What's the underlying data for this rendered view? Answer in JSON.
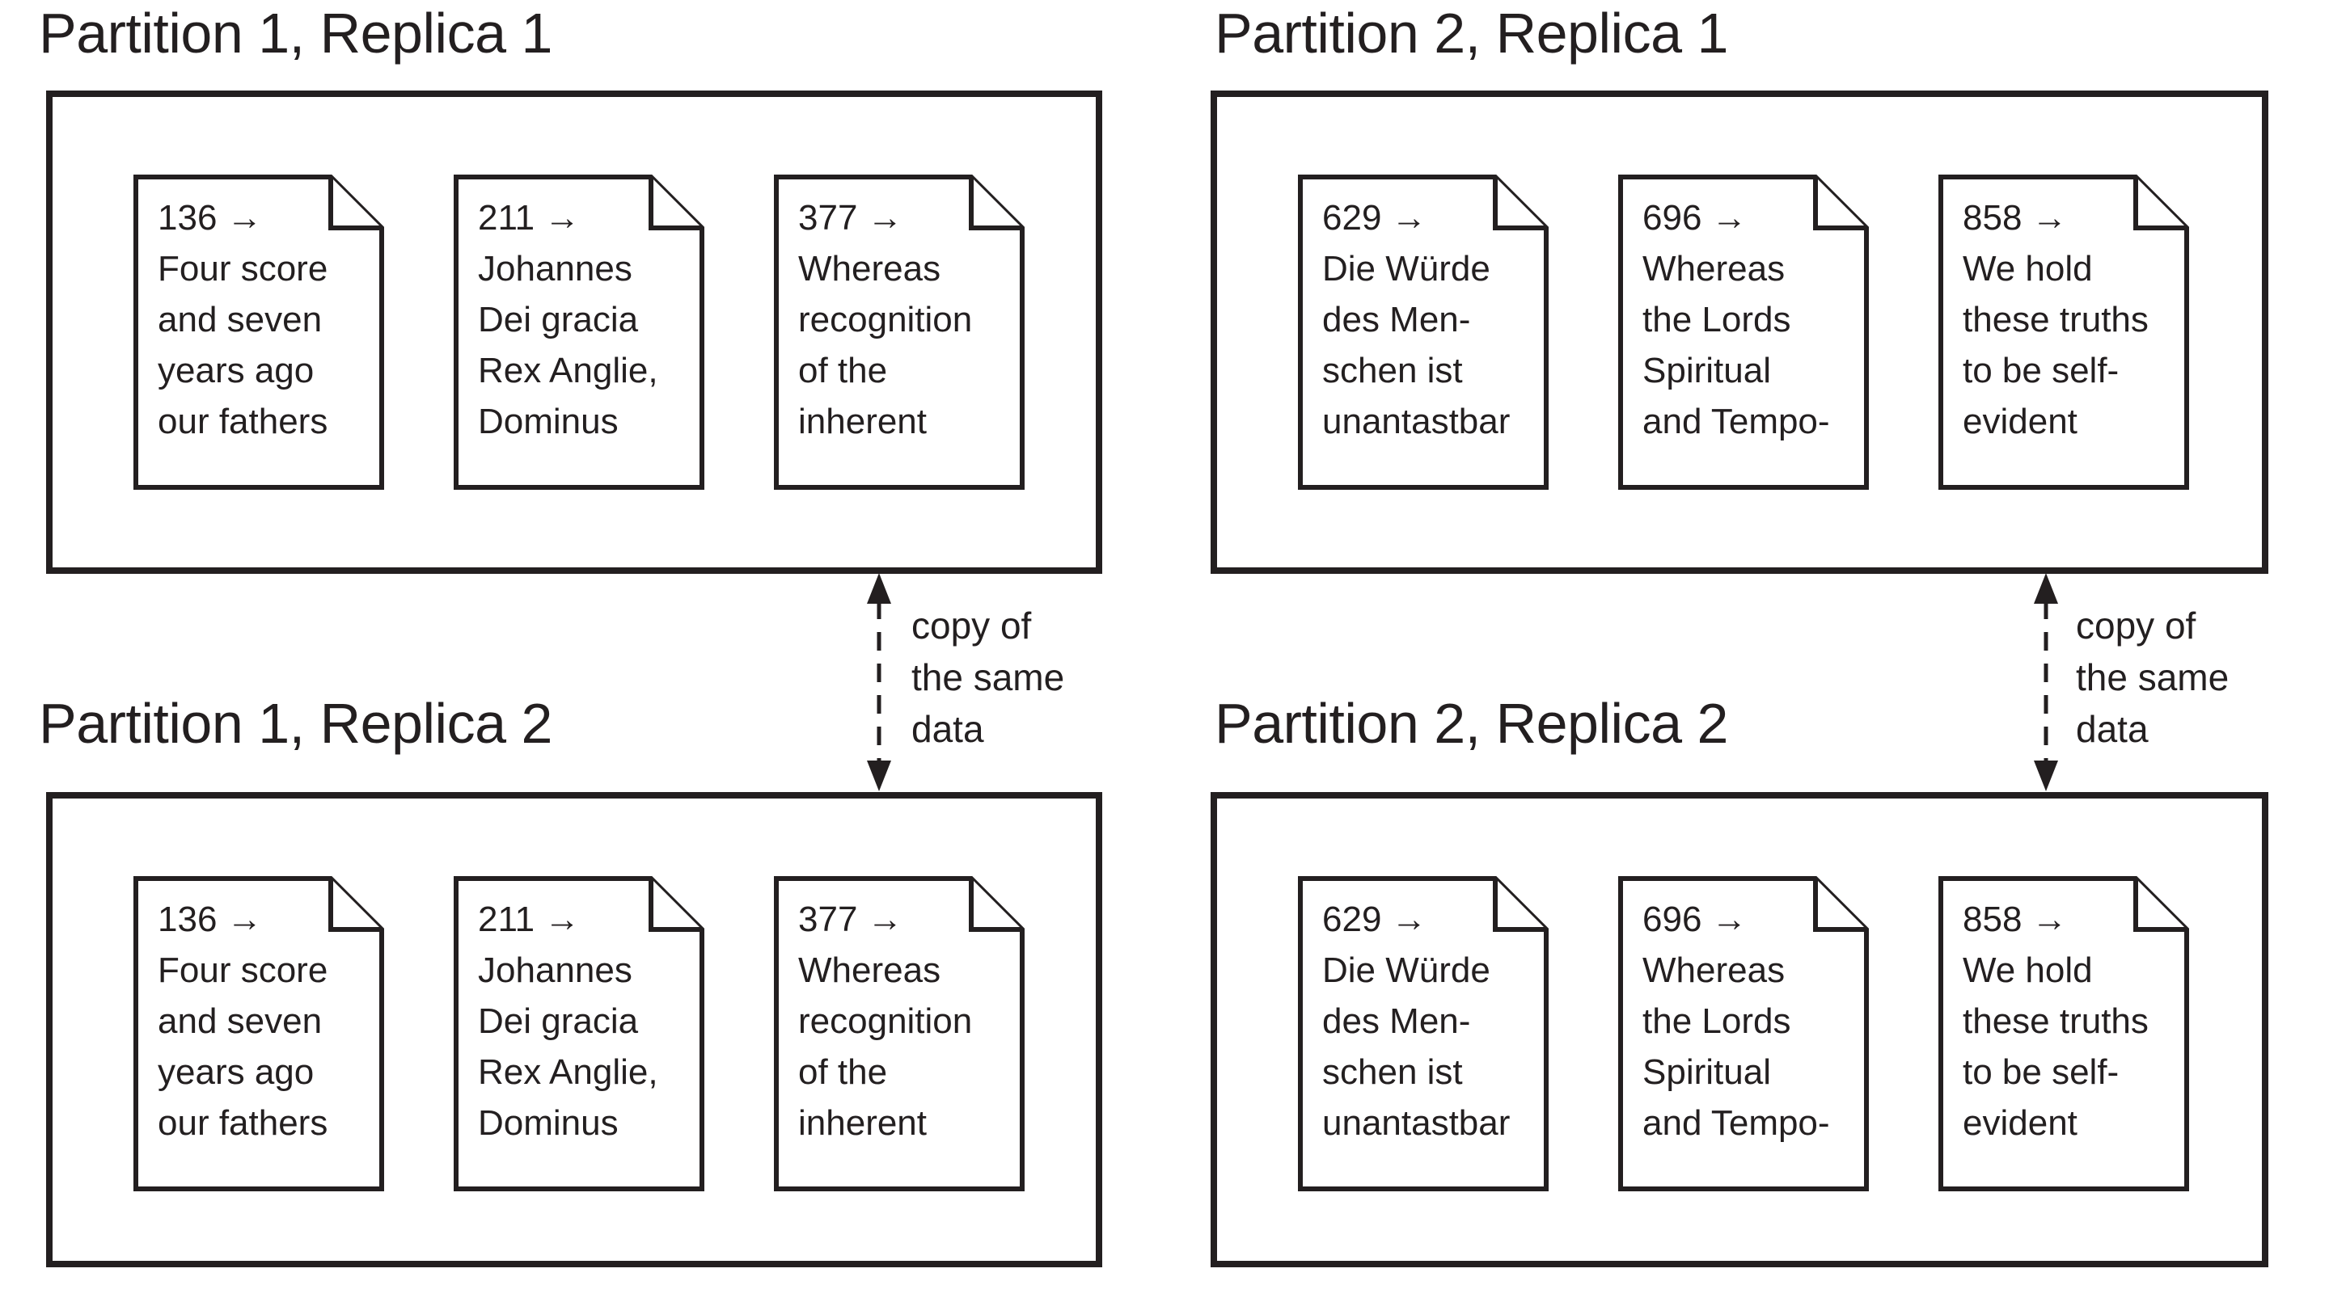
{
  "diagram": {
    "background": "#ffffff",
    "ink_color": "#231f20",
    "arrow_glyph": "→",
    "copy_label": [
      "copy of",
      "the same",
      "data"
    ],
    "partitions": [
      {
        "title": "Partition 1, Replica 1",
        "documents": [
          {
            "key": "136",
            "lines": [
              "Four score",
              "and seven",
              "years ago",
              "our fathers"
            ]
          },
          {
            "key": "211",
            "lines": [
              "Johannes",
              "Dei gracia",
              "Rex Anglie,",
              "Dominus"
            ]
          },
          {
            "key": "377",
            "lines": [
              "Whereas",
              "recognition",
              "of the",
              "inherent"
            ]
          }
        ]
      },
      {
        "title": "Partition 2, Replica 1",
        "documents": [
          {
            "key": "629",
            "lines": [
              "Die Würde",
              "des Men-",
              "schen ist",
              "unantastbar"
            ]
          },
          {
            "key": "696",
            "lines": [
              "Whereas",
              "the Lords",
              "Spiritual",
              "and Tempo-"
            ]
          },
          {
            "key": "858",
            "lines": [
              "We hold",
              "these truths",
              "to be self-",
              "evident"
            ]
          }
        ]
      },
      {
        "title": "Partition 1, Replica 2",
        "documents": [
          {
            "key": "136",
            "lines": [
              "Four score",
              "and seven",
              "years ago",
              "our fathers"
            ]
          },
          {
            "key": "211",
            "lines": [
              "Johannes",
              "Dei gracia",
              "Rex Anglie,",
              "Dominus"
            ]
          },
          {
            "key": "377",
            "lines": [
              "Whereas",
              "recognition",
              "of the",
              "inherent"
            ]
          }
        ]
      },
      {
        "title": "Partition 2, Replica 2",
        "documents": [
          {
            "key": "629",
            "lines": [
              "Die Würde",
              "des Men-",
              "schen ist",
              "unantastbar"
            ]
          },
          {
            "key": "696",
            "lines": [
              "Whereas",
              "the Lords",
              "Spiritual",
              "and Tempo-"
            ]
          },
          {
            "key": "858",
            "lines": [
              "We hold",
              "these truths",
              "to be self-",
              "evident"
            ]
          }
        ]
      }
    ]
  }
}
